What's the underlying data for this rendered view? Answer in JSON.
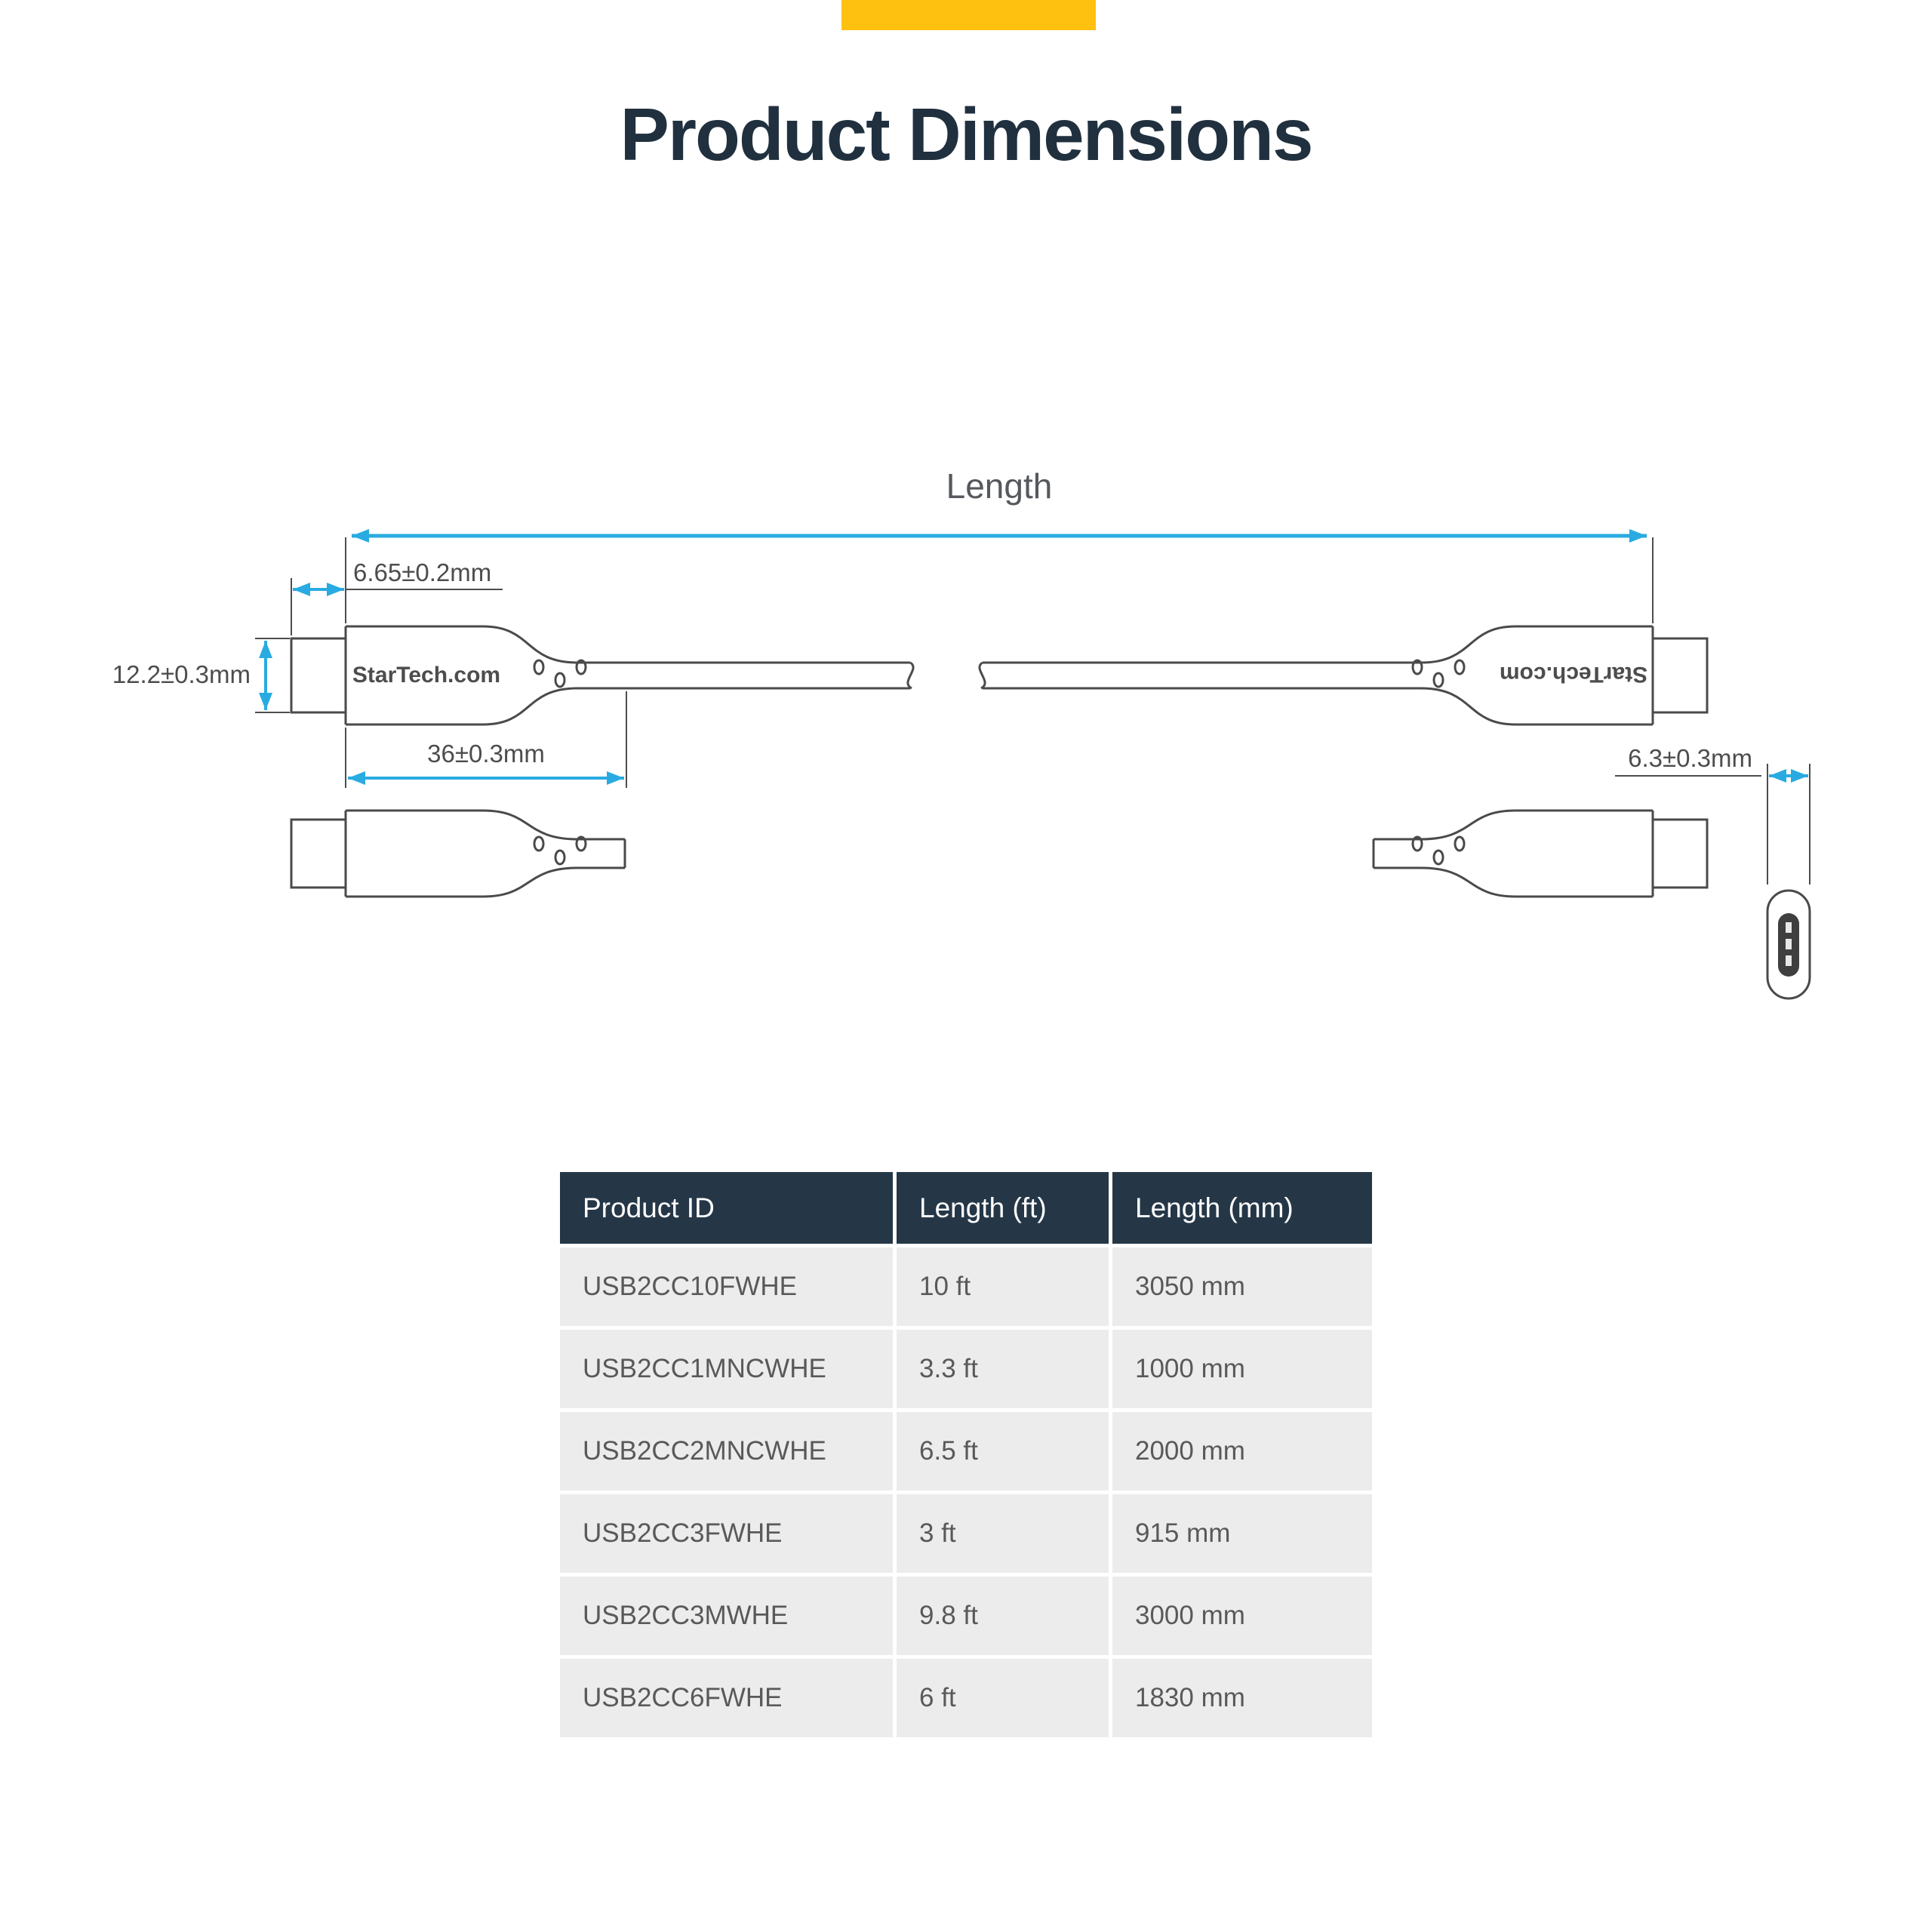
{
  "page": {
    "title": "Product Dimensions",
    "accent_yellow": "#FEC110",
    "navy": "#253747",
    "cyan": "#29ABE2"
  },
  "diagram": {
    "length_label": "Length",
    "dim_tip_length": "6.65±0.2mm",
    "dim_height": "12.2±0.3mm",
    "dim_body_length": "36±0.3mm",
    "dim_thickness": "6.3±0.3mm",
    "brand": "StarTech.com"
  },
  "table": {
    "headers": [
      "Product ID",
      "Length (ft)",
      "Length (mm)"
    ],
    "rows": [
      [
        "USB2CC10FWHE",
        "10 ft",
        "3050 mm"
      ],
      [
        "USB2CC1MNCWHE",
        "3.3 ft",
        "1000 mm"
      ],
      [
        "USB2CC2MNCWHE",
        "6.5 ft",
        "2000 mm"
      ],
      [
        "USB2CC3FWHE",
        "3 ft",
        "915 mm"
      ],
      [
        "USB2CC3MWHE",
        "9.8 ft",
        "3000 mm"
      ],
      [
        "USB2CC6FWHE",
        "6 ft",
        "1830 mm"
      ]
    ]
  }
}
